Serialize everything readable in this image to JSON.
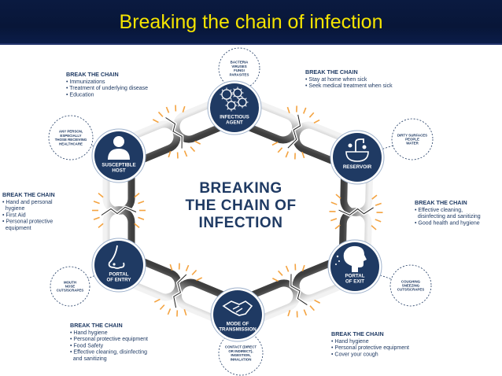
{
  "title": "Breaking the chain of infection",
  "center": [
    "BREAKING",
    "THE CHAIN OF",
    "INFECTION"
  ],
  "colors": {
    "title_bg": "#0b1a45",
    "title_text": "#f5e400",
    "node": "#1f3a63",
    "chain_light": "#d9d9d9",
    "chain_dark": "#4a4a4a",
    "spark": "#f4a340"
  },
  "nodes": [
    {
      "id": "infectious-agent",
      "icon": "virus-icon",
      "label": [
        "INFECTIOUS",
        "AGENT"
      ],
      "outer": [
        "BACTERIA",
        "VIRUSES",
        "FUNGI",
        "PARASITES"
      ]
    },
    {
      "id": "reservoir",
      "icon": "sink-icon",
      "label": [
        "RESERVOIR"
      ],
      "outer": [
        "DIRTY SURFACES",
        "PEOPLE",
        "WATER"
      ]
    },
    {
      "id": "portal-of-exit",
      "icon": "sneezing-head-icon",
      "label": [
        "PORTAL",
        "OF EXIT"
      ],
      "outer": [
        "COUGHING",
        "SNEEZING",
        "CUTS/SCRAPES"
      ]
    },
    {
      "id": "mode-of-transmission",
      "icon": "handshake-icon",
      "label": [
        "MODE OF",
        "TRANSMISSION"
      ],
      "outer": [
        "CONTACT (DIRECT",
        "OR INDIRECT),",
        "INGESTION,",
        "INHALATION"
      ]
    },
    {
      "id": "portal-of-entry",
      "icon": "nose-icon",
      "label": [
        "PORTAL",
        "OF ENTRY"
      ],
      "outer": [
        "MOUTH",
        "NOSE",
        "CUTS/SCRAPES"
      ]
    },
    {
      "id": "susceptible-host",
      "icon": "person-icon",
      "label": [
        "SUSCEPTIBLE",
        "HOST"
      ],
      "outer": [
        "ANY PERSON,",
        "ESPECIALLY",
        "THOSE RECEIVING",
        "HEALTHCARE"
      ]
    }
  ],
  "break_blocks": [
    {
      "id": "top-left",
      "title": "BREAK THE CHAIN",
      "items": [
        "• Immunizations",
        "• Treatment of underlying disease",
        "• Education"
      ]
    },
    {
      "id": "top-right",
      "title": "BREAK THE CHAIN",
      "items": [
        "• Stay at home when sick",
        "• Seek medical treatment when sick"
      ]
    },
    {
      "id": "mid-left",
      "title": "BREAK THE CHAIN",
      "items": [
        "• Hand and personal",
        "  hygiene",
        "• First Aid",
        "• Personal protective",
        "  equipment"
      ]
    },
    {
      "id": "mid-right",
      "title": "BREAK THE CHAIN",
      "items": [
        "• Effective cleaning,",
        "  disinfecting and sanitizing",
        "• Good health and hygiene"
      ]
    },
    {
      "id": "bottom-left",
      "title": "BREAK THE CHAIN",
      "items": [
        "• Hand hygiene",
        "• Personal protective equipment",
        "• Food Safety",
        "• Effective cleaning, disinfecting",
        "  and sanitizing"
      ]
    },
    {
      "id": "bottom-right",
      "title": "BREAK THE CHAIN",
      "items": [
        "• Hand hygiene",
        "• Personal protective equipment",
        "• Cover your cough"
      ]
    }
  ]
}
